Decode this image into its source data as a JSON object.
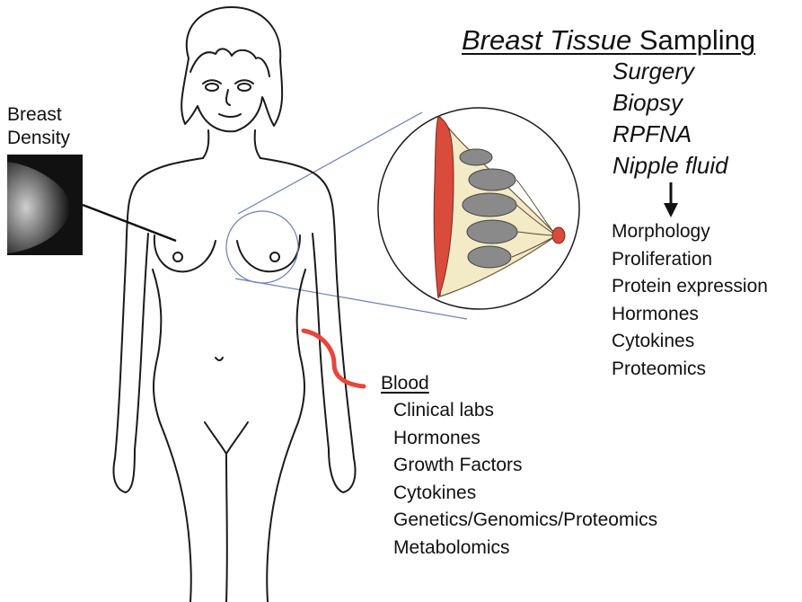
{
  "title": {
    "italic_part": "Breast Tissue",
    "plain_part": " Sampling"
  },
  "sampling_methods": [
    "Surgery",
    "Biopsy",
    "RPFNA",
    "Nipple fluid"
  ],
  "tissue_analyses": [
    "Morphology",
    "Proliferation",
    "Protein expression",
    "Hormones",
    "Cytokines",
    "Proteomics"
  ],
  "breast_density": {
    "line1": "Breast",
    "line2": "Density"
  },
  "blood": {
    "heading": "Blood",
    "items": [
      "Clinical labs",
      "Hormones",
      "Growth Factors",
      "Cytokines",
      "Genetics/Genomics/Proteomics",
      "Metabolomics"
    ]
  },
  "colors": {
    "outline": "#1a1a1a",
    "blood_vessel": "#e8463a",
    "muscle": "#d94b3b",
    "fat": "#f3eac6",
    "lobule": "#8a8a8a",
    "callout_line": "#6b7fb3"
  }
}
